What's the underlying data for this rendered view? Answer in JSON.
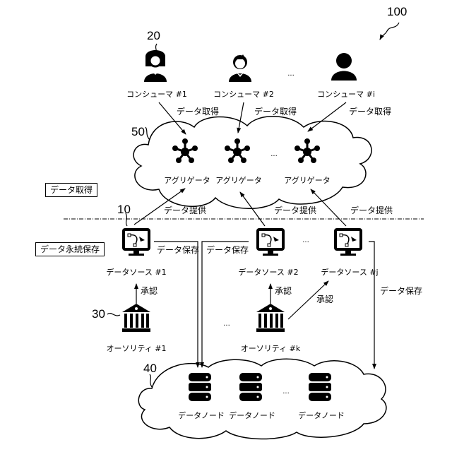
{
  "figure_ref": "100",
  "refs": {
    "consumer": "20",
    "aggregator_cloud": "50",
    "data_source": "10",
    "authority": "30",
    "node_cloud": "40"
  },
  "section_labels": {
    "acquisition": "データ取得",
    "persistence": "データ永続保存"
  },
  "consumers": [
    {
      "label": "コンシューマ #1",
      "icon": "female-user-icon"
    },
    {
      "label": "コンシューマ #2",
      "icon": "male-user-icon"
    },
    {
      "label": "コンシューマ #i",
      "icon": "user-icon"
    }
  ],
  "aggregators": [
    {
      "label": "アグリゲータ"
    },
    {
      "label": "アグリゲータ"
    },
    {
      "label": "アグリゲータ"
    }
  ],
  "data_sources": [
    {
      "label": "データソース #1"
    },
    {
      "label": "データソース #2"
    },
    {
      "label": "データソース #j"
    }
  ],
  "authorities": [
    {
      "label": "オーソリティ #1"
    },
    {
      "label": "オーソリティ #k"
    }
  ],
  "data_nodes": [
    {
      "label": "データノード"
    },
    {
      "label": "データノード"
    },
    {
      "label": "データノード"
    }
  ],
  "edge_labels": {
    "acquire": "データ取得",
    "provide": "データ提供",
    "store": "データ保存",
    "approve": "承認"
  },
  "ellipsis": "..."
}
